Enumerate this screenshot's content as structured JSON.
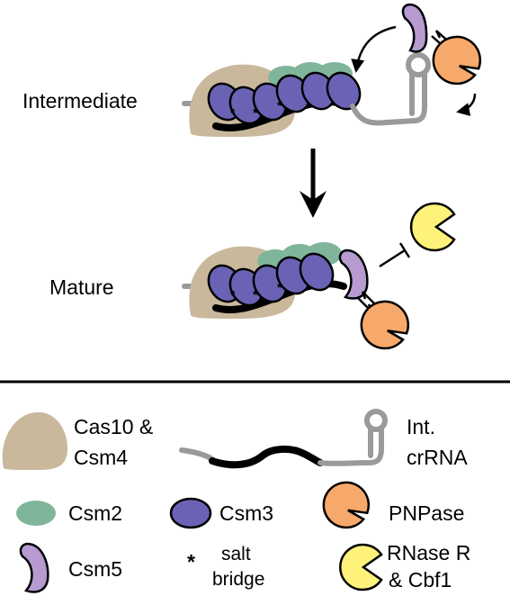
{
  "diagram": {
    "stage_labels": {
      "intermediate": "Intermediate",
      "mature": "Mature"
    },
    "legend": {
      "cas10_csm4": [
        "Cas10 &",
        "Csm4"
      ],
      "int_crrna": [
        "Int.",
        "crRNA"
      ],
      "csm2": "Csm2",
      "csm3": "Csm3",
      "pnpase": "PNPase",
      "csm5": "Csm5",
      "salt_bridge": [
        "salt",
        "bridge"
      ],
      "salt_bridge_symbol": "*",
      "rnase": [
        "RNase R",
        "& Cbf1"
      ]
    },
    "colors": {
      "cas10": "#c9b89c",
      "csm2": "#7fb59a",
      "csm3": "#6a63b5",
      "csm5": "#b69ad0",
      "pnpase": "#f7a96b",
      "rnase": "#fff27a",
      "rna_gray": "#9a9a9a",
      "rna_black": "#000000"
    }
  }
}
